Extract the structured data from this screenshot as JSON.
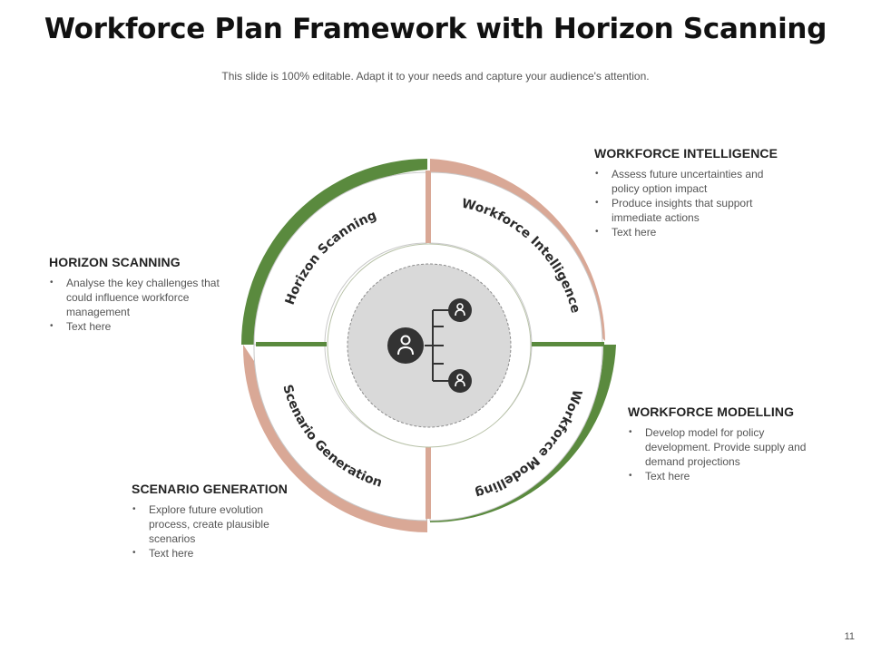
{
  "slide": {
    "title": "Workforce Plan Framework with Horizon Scanning",
    "subtitle": "This slide is 100% editable. Adapt it to your needs and capture your audience's attention.",
    "page_number": "11"
  },
  "colors": {
    "green": "#5a8a3e",
    "salmon": "#d9a896",
    "center_fill": "#d9d9d9",
    "icon_dark": "#333333"
  },
  "icons": {
    "center": "people-hierarchy-icon"
  },
  "segments": {
    "horizon_scanning": {
      "arc_label": "Horizon Scanning",
      "heading": "HORIZON SCANNING",
      "bullets": [
        "Analyse the key challenges that could influence workforce management",
        "Text here"
      ]
    },
    "workforce_intelligence": {
      "arc_label": "Workforce Intelligence",
      "heading": "WORKFORCE INTELLIGENCE",
      "bullets": [
        "Assess future uncertainties and policy option impact",
        "Produce insights that support immediate actions",
        "Text here"
      ]
    },
    "workforce_modelling": {
      "arc_label": "Workforce Modelling",
      "heading": "WORKFORCE MODELLING",
      "bullets": [
        "Develop model for policy development. Provide supply and demand projections",
        "Text here"
      ]
    },
    "scenario_generation": {
      "arc_label": "Scenario Generation",
      "heading": "SCENARIO GENERATION",
      "bullets": [
        "Explore future evolution process, create plausible scenarios",
        "Text here"
      ]
    }
  }
}
